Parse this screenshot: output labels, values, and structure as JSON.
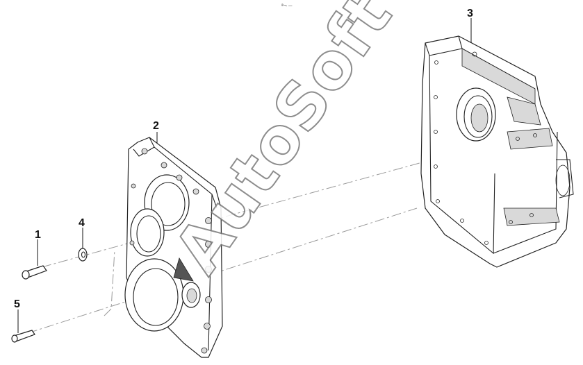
{
  "diagram": {
    "callouts": [
      {
        "id": "1",
        "label": "1"
      },
      {
        "id": "2",
        "label": "2"
      },
      {
        "id": "3",
        "label": "3"
      },
      {
        "id": "4",
        "label": "4"
      },
      {
        "id": "5",
        "label": "5"
      }
    ],
    "watermark": {
      "text": "AutoSoft",
      "small_text": "ª¬ —",
      "color": "#7a7a7a"
    },
    "colors": {
      "line": "#222222",
      "background": "#ffffff"
    }
  }
}
